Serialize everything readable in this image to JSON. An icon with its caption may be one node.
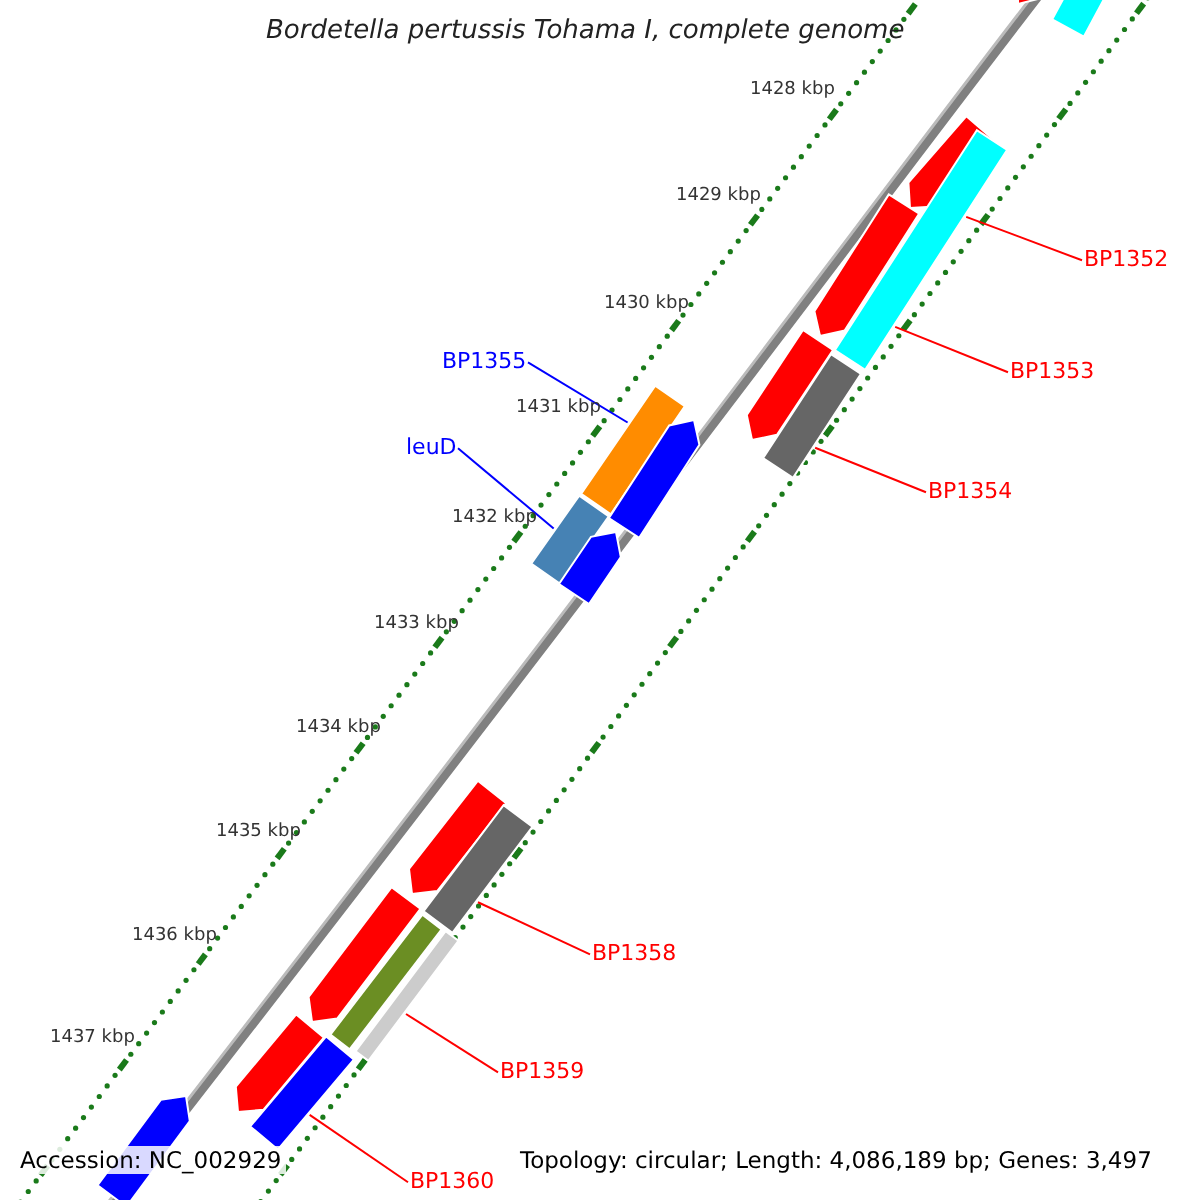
{
  "diagram": {
    "title": "Bordetella pertussis Tohama I, complete genome",
    "nodes": [
      {
        "text": [],
        "shape": "pentagon"
      },
      {
        "text": [],
        "shape": "bar"
      },
      {
        "text": [],
        "shape": "pentagon"
      },
      {
        "text": [],
        "shape": "bar"
      },
      {
        "text": [
          "BP1352"
        ]
      },
      {
        "text": [],
        "shape": "pentagon"
      },
      {
        "text": [
          "BP1355"
        ]
      },
      {
        "text": [],
        "shape": "pentagon"
      },
      {
        "text": [],
        "shape": "bar"
      },
      {
        "text": [
          "BP1353"
        ]
      },
      {
        "text": [],
        "shape": "bar"
      },
      {
        "text": [],
        "shape": "pentagon"
      },
      {
        "text": [
          "leuD"
        ]
      },
      {
        "text": [
          "BP1354"
        ]
      },
      {
        "text": [],
        "shape": "bar"
      },
      {
        "text": [],
        "shape": "pentagon"
      },
      {
        "text": [],
        "shape": "pentagon"
      },
      {
        "text": [],
        "shape": "bar"
      },
      {
        "text": [
          "BP1358"
        ]
      },
      {
        "text": [],
        "shape": "pentagon"
      },
      {
        "text": [],
        "shape": "bar"
      },
      {
        "text": [],
        "shape": "bar"
      },
      {
        "text": [],
        "shape": "pentagon"
      },
      {
        "text": [],
        "shape": "bar"
      },
      {
        "text": [
          "BP1359"
        ]
      },
      {
        "text": [],
        "shape": "pentagon"
      },
      {
        "text": [
          "BP1360"
        ]
      }
    ],
    "edges": [
      {
        "from": 4,
        "to": 3,
        "arrow": "none"
      },
      {
        "from": 9,
        "to": 3,
        "arrow": "none"
      },
      {
        "from": 13,
        "to": 8,
        "arrow": "none"
      },
      {
        "from": 6,
        "to": 10,
        "arrow": "none",
        "color": "#0000ff"
      },
      {
        "from": 12,
        "to": 14,
        "arrow": "none",
        "color": "#0000ff"
      },
      {
        "from": 18,
        "to": 17,
        "arrow": "none"
      },
      {
        "from": 24,
        "to": 21,
        "arrow": "none"
      },
      {
        "from": 26,
        "to": 23,
        "arrow": "none"
      }
    ],
    "labels": [
      "1428 kbp",
      "1429 kbp",
      "1430 kbp",
      "1431 kbp",
      "1432 kbp",
      "1433 kbp",
      "1434 kbp",
      "1435 kbp",
      "1436 kbp",
      "1437 kbp",
      "Accession: NC_002929",
      "Topology: circular; Length: 4,086,189 bp; Genes: 3,497"
    ]
  }
}
